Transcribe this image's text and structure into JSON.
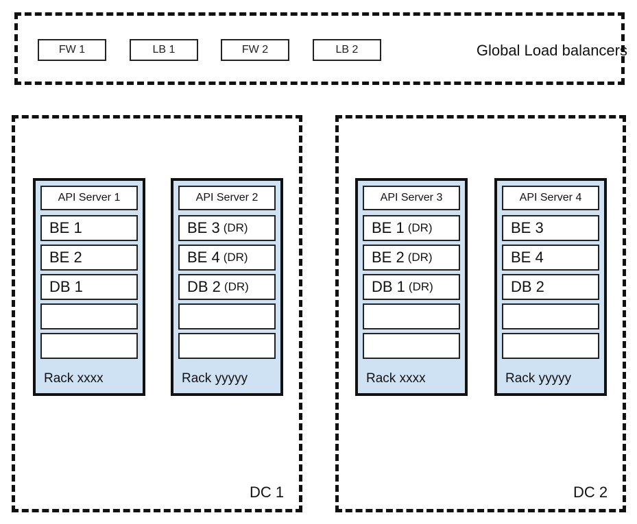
{
  "global": {
    "label": "Global Load balancers",
    "boxes": [
      "FW 1",
      "LB 1",
      "FW 2",
      "LB 2"
    ]
  },
  "dc1": {
    "label": "DC 1",
    "racks": [
      {
        "api": "API Server 1",
        "slots": [
          {
            "name": "BE 1",
            "tag": ""
          },
          {
            "name": "BE 2",
            "tag": ""
          },
          {
            "name": "DB 1",
            "tag": ""
          }
        ],
        "label": "Rack xxxx"
      },
      {
        "api": "API Server 2",
        "slots": [
          {
            "name": "BE 3",
            "tag": "(DR)"
          },
          {
            "name": "BE 4",
            "tag": "(DR)"
          },
          {
            "name": "DB 2",
            "tag": "(DR)"
          }
        ],
        "label": "Rack yyyyy"
      }
    ]
  },
  "dc2": {
    "label": "DC 2",
    "racks": [
      {
        "api": "API Server 3",
        "slots": [
          {
            "name": "BE 1",
            "tag": "(DR)"
          },
          {
            "name": "BE 2",
            "tag": "(DR)"
          },
          {
            "name": "DB 1",
            "tag": "(DR)"
          }
        ],
        "label": "Rack xxxx"
      },
      {
        "api": "API Server 4",
        "slots": [
          {
            "name": "BE 3",
            "tag": ""
          },
          {
            "name": "BE 4",
            "tag": ""
          },
          {
            "name": "DB 2",
            "tag": ""
          }
        ],
        "label": "Rack yyyyy"
      }
    ]
  },
  "colors": {
    "rack_fill": "#cfe2f3",
    "border": "#111111"
  }
}
